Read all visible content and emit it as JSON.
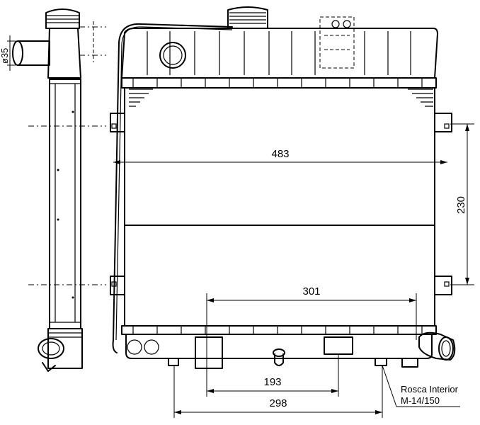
{
  "drawing": {
    "dimensions": {
      "width_top": "483",
      "height_side": "230",
      "span_301": "301",
      "span_193": "193",
      "span_298": "298",
      "hose_diameter": "ø35"
    },
    "callout": {
      "line1": "Rosca Interior",
      "line2": "M-14/150"
    }
  }
}
